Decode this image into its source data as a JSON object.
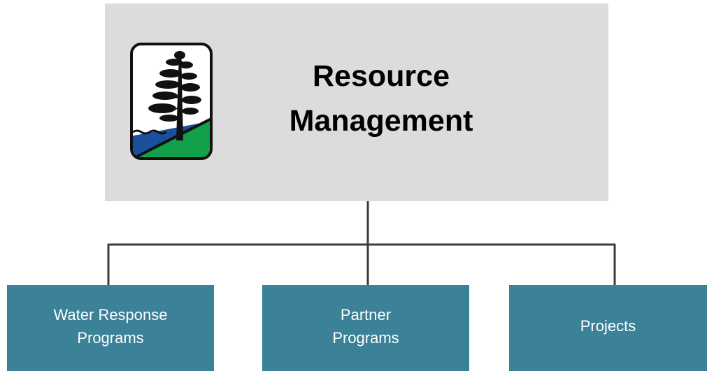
{
  "diagram": {
    "root": {
      "title_line1": "Resource",
      "title_line2": "Management",
      "logo_icon": "pine-tree-landscape-icon"
    },
    "children": [
      {
        "line1": "Water Response",
        "line2": "Programs"
      },
      {
        "line1": "Partner",
        "line2": "Programs"
      },
      {
        "line1": "Projects",
        "line2": ""
      }
    ]
  },
  "colors": {
    "root_background": "#dcdcdc",
    "child_background": "#3b8198",
    "connector": "#3c3c3c",
    "logo_green": "#12a04b",
    "logo_blue": "#1b4f9c"
  }
}
